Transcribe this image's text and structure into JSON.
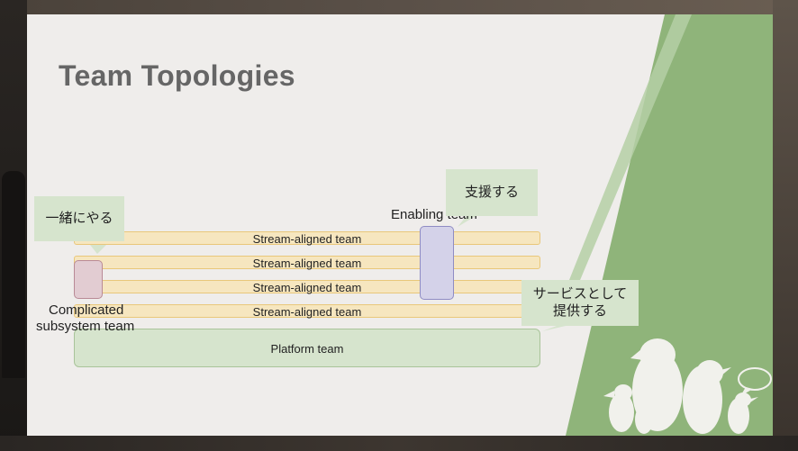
{
  "slide": {
    "title": "Team Topologies",
    "lanes": [
      "Stream-aligned team",
      "Stream-aligned team",
      "Stream-aligned team",
      "Stream-aligned team"
    ],
    "platform_label": "Platform team",
    "enabling_label": "Enabling team",
    "complicated_label_line1": "Complicated",
    "complicated_label_line2": "subsystem team",
    "callouts": {
      "together": "一緒にやる",
      "support": "支援する",
      "service_line1": "サービスとして",
      "service_line2": "提供する"
    }
  },
  "colors": {
    "slide_bg": "#efedeb",
    "title": "#666666",
    "lane_fill": "#f6e6bf",
    "lane_border": "#e9c77a",
    "platform_fill": "#d6e4cd",
    "enabling_fill": "#d4d2e9",
    "complicated_fill": "#e2ccd2",
    "accent_green": "#8fb47a"
  }
}
